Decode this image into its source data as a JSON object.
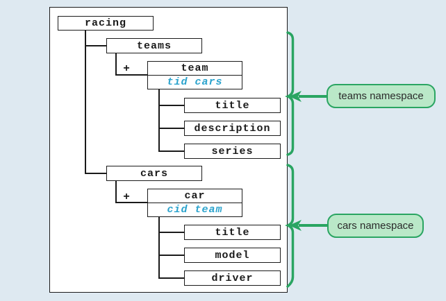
{
  "colors": {
    "background": "#dee9f1",
    "panel": "#ffffff",
    "line": "#1a1a1a",
    "attribute_text": "#2ba3cd",
    "green": "#2aa562",
    "namespace_fill": "#bae8c8",
    "namespace_text": "#2b2b2b"
  },
  "tree": {
    "root": {
      "label": "racing"
    },
    "branches": [
      {
        "label": "teams",
        "occurrence": "+",
        "record": {
          "name": "team",
          "attributes": "tid cars"
        },
        "fields": [
          "title",
          "description",
          "series"
        ]
      },
      {
        "label": "cars",
        "occurrence": "+",
        "record": {
          "name": "car",
          "attributes": "cid team"
        },
        "fields": [
          "title",
          "model",
          "driver"
        ]
      }
    ]
  },
  "annotations": [
    {
      "label": "teams namespace"
    },
    {
      "label": "cars namespace"
    }
  ]
}
